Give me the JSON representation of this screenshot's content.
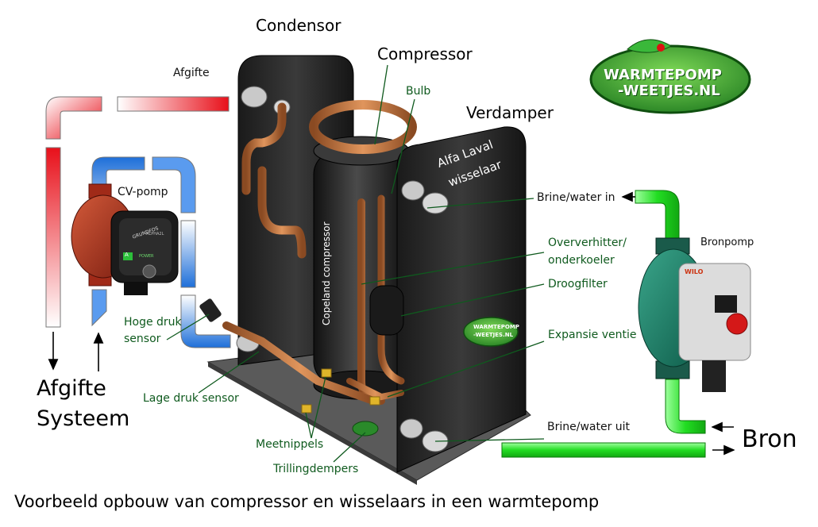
{
  "labels": {
    "condensor": "Condensor",
    "compressor": "Compressor",
    "verdamper": "Verdamper",
    "afgifte_top": "Afgifte",
    "bulb": "Bulb",
    "cv_pomp": "CV-pomp",
    "bronpomp": "Bronpomp",
    "brine_in": "Brine/water in",
    "brine_uit": "Brine/water uit",
    "oververhitter_1": "Oververhitter/",
    "oververhitter_2": "onderkoeler",
    "droogfilter": "Droogfilter",
    "expansie": "Expansie ventiel",
    "hoge_druk_1": "Hoge druk",
    "hoge_druk_2": "sensor",
    "lage_druk": "Lage druk sensor",
    "meetnippels": "Meetnippels",
    "trillingdempers": "Trillingdempers",
    "afgifte_systeem_1": "Afgifte",
    "afgifte_systeem_2": "Systeem",
    "bron": "Bron",
    "alfa_laval_1": "Alfa Laval",
    "alfa_laval_2": "wisselaar",
    "copeland": "Copeland compressor",
    "caption": "Voorbeeld opbouw van compressor en wisselaars in een warmtepomp"
  },
  "logo": {
    "line1": "WARMTEPOMP",
    "line2": "-WEETJES.NL",
    "small1": "WARMTEPOMP",
    "small2": "-WEETJES.NL"
  },
  "pump_cv": {
    "brand": "GRUNDFOS",
    "model": "ALPHA2L",
    "mode": "A",
    "power": "POWER"
  },
  "pump_bron": {
    "brand": "WILO"
  },
  "colors": {
    "hot": "#e8101a",
    "cold": "#1e6fd9",
    "brine": "#22dd22",
    "copper": "#c8713a",
    "label_green": "#0f5a1e",
    "logo_green": "#2e9e2e"
  }
}
